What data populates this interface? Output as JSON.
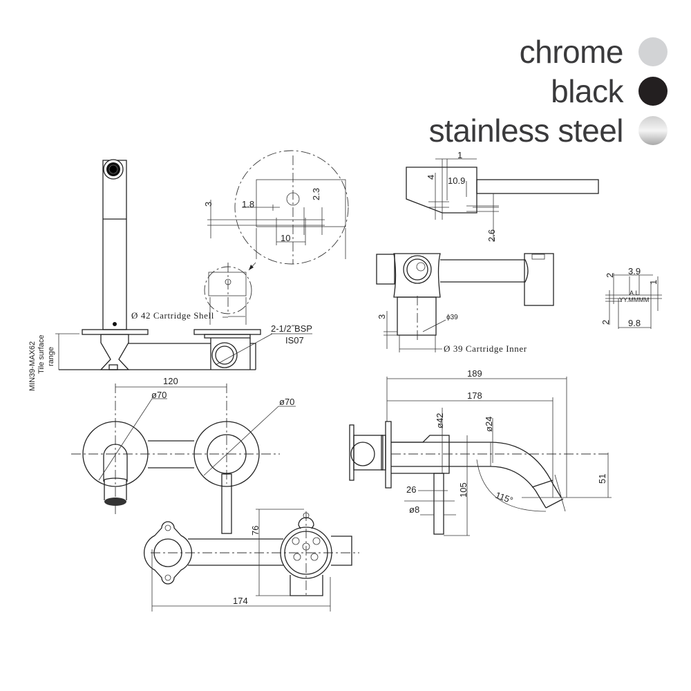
{
  "finishes": [
    {
      "label": "chrome",
      "color": "#d2d3d5"
    },
    {
      "label": "black",
      "color": "#231f20"
    },
    {
      "label": "stainless steel",
      "color": "#c8c8c8"
    }
  ],
  "side_elevation": {
    "tile_range": [
      "MIN39-MAX62",
      "Tile surface",
      "range"
    ],
    "cartridge_shell": "Ø 42 Cartridge Shell",
    "bsp": "2-1/2˝BSP",
    "iso": "IS07",
    "detail_dims": {
      "d3": "3",
      "d18": "1.8",
      "d23": "2.3",
      "d10": "10"
    }
  },
  "handle_detail": {
    "d1": "1",
    "d4": "4",
    "d109": "10.9",
    "d26": "2.6"
  },
  "body_detail": {
    "d3": "3",
    "phi39": "ϕ39",
    "cartridge_inner": "Ø 39 Cartridge Inner"
  },
  "marking_detail": {
    "d39": "3.9",
    "d2a": "2",
    "d1": "1",
    "al": "A.L",
    "date": "YY.MMMM",
    "d2b": "2",
    "d98": "9.8"
  },
  "front_view": {
    "d120": "120",
    "phi70a": "ø70",
    "phi70b": "ø70",
    "d76": "76",
    "d174": "174"
  },
  "profile_view": {
    "d189": "189",
    "d178": "178",
    "phi42": "ø42",
    "phi24": "ø24",
    "d105": "105",
    "d26": "26",
    "phi8": "ø8",
    "angle": "115°",
    "d51": "51"
  }
}
